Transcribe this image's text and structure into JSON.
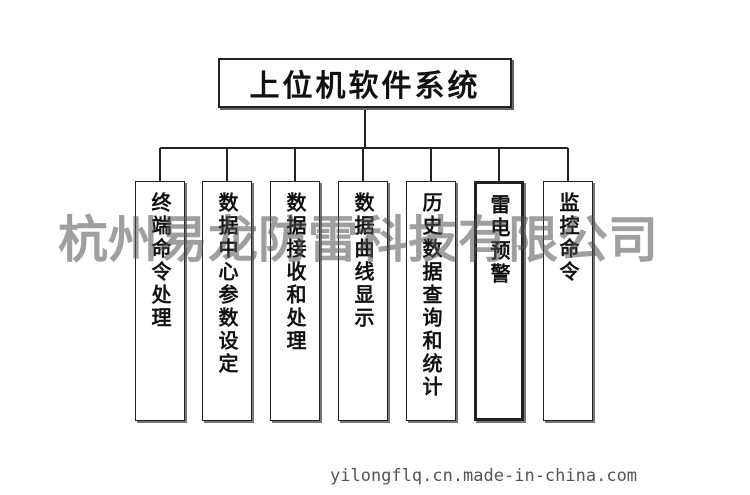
{
  "diagram": {
    "root": {
      "label": "上位机软件系统"
    },
    "modules": [
      {
        "label": "终端命令处理"
      },
      {
        "label": "数据中心参数设定"
      },
      {
        "label": "数据接收和处理"
      },
      {
        "label": "数据曲线显示"
      },
      {
        "label": "历史数据查询和统计"
      },
      {
        "label": "雷电预警"
      },
      {
        "label": "监控命令"
      }
    ]
  },
  "watermark": {
    "text": "杭州易龙防雷科技有限公司"
  },
  "footer": {
    "url": "yilongflq.cn.made-in-china.com"
  },
  "colors": {
    "line": "#222222",
    "background": "#ffffff",
    "watermark": "#505050"
  }
}
